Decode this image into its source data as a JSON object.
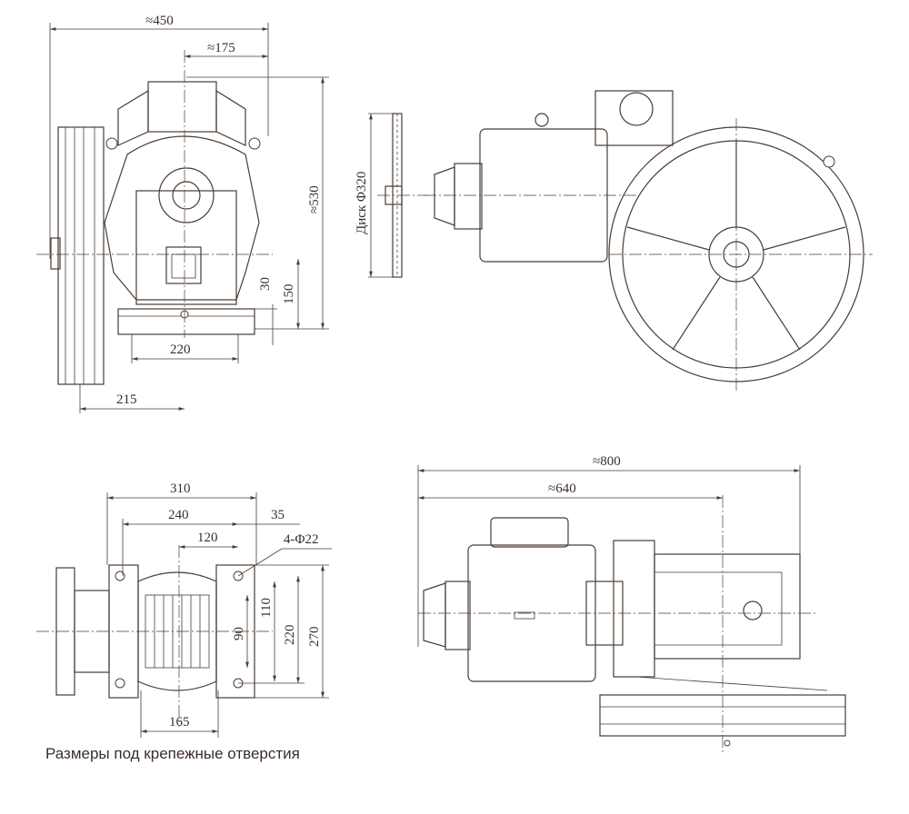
{
  "dimensions": {
    "front_width_total": "≈450",
    "front_offset": "≈175",
    "front_height_total": "≈530",
    "front_height_30": "30",
    "front_height_150": "150",
    "front_base_220": "220",
    "front_shaft_215": "215",
    "disc_label": "Диск Φ320",
    "plan_310": "310",
    "plan_240": "240",
    "plan_120": "120",
    "plan_35": "35",
    "plan_holes": "4-Φ22",
    "plan_110": "110",
    "plan_90": "90",
    "plan_220": "220",
    "plan_270": "270",
    "plan_165": "165",
    "top_800": "≈800",
    "top_640": "≈640"
  },
  "caption": "Размеры под крепежные отверстия"
}
